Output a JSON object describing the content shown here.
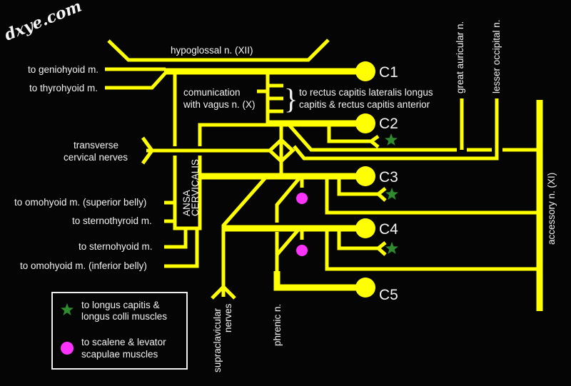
{
  "watermark": "dxye.com",
  "colors": {
    "background": "#050505",
    "nerve": "#ffff00",
    "text": "#f2f2f2",
    "star": "#2e8b2e",
    "dot": "#ff33ff"
  },
  "roots": {
    "c1": "C1",
    "c2": "C2",
    "c3": "C3",
    "c4": "C4",
    "c5": "C5"
  },
  "labels": {
    "hypoglossal": "hypoglossal n. (XII)",
    "geniohyoid": "to geniohyoid m.",
    "thyrohyoid": "to thyrohyoid m.",
    "vagus_line1": "comunication",
    "vagus_line2": "with vagus n. (X)",
    "rectus_line1": "to rectus capitis lateralis longus",
    "rectus_line2": "capitis & rectus capitis anterior",
    "transverse_line1": "transverse",
    "transverse_line2": "cervical nerves",
    "ansa_line1": "ANSA",
    "ansa_line2": "CERVICALIS",
    "omohyoid_superior": "to omohyoid m. (superior belly)",
    "sternothyroid": "to sternothyroid m.",
    "sternohyoid": "to sternohyoid m.",
    "omohyoid_inferior": "to omohyoid m. (inferior belly)",
    "great_auricular": "great auricular n.",
    "lesser_occipital": "lesser occipital n.",
    "accessory": "accessory n. (XI)",
    "supraclavicular_line1": "supraclavicular",
    "supraclavicular_line2": "nerves",
    "phrenic": "phrenic n."
  },
  "legend": {
    "star": {
      "icon": "star-icon",
      "line1": "to longus capitis &",
      "line2": "longus colli muscles"
    },
    "dot": {
      "icon": "circle-icon",
      "line1": "to scalene & levator",
      "line2": "scapulae muscles"
    }
  }
}
